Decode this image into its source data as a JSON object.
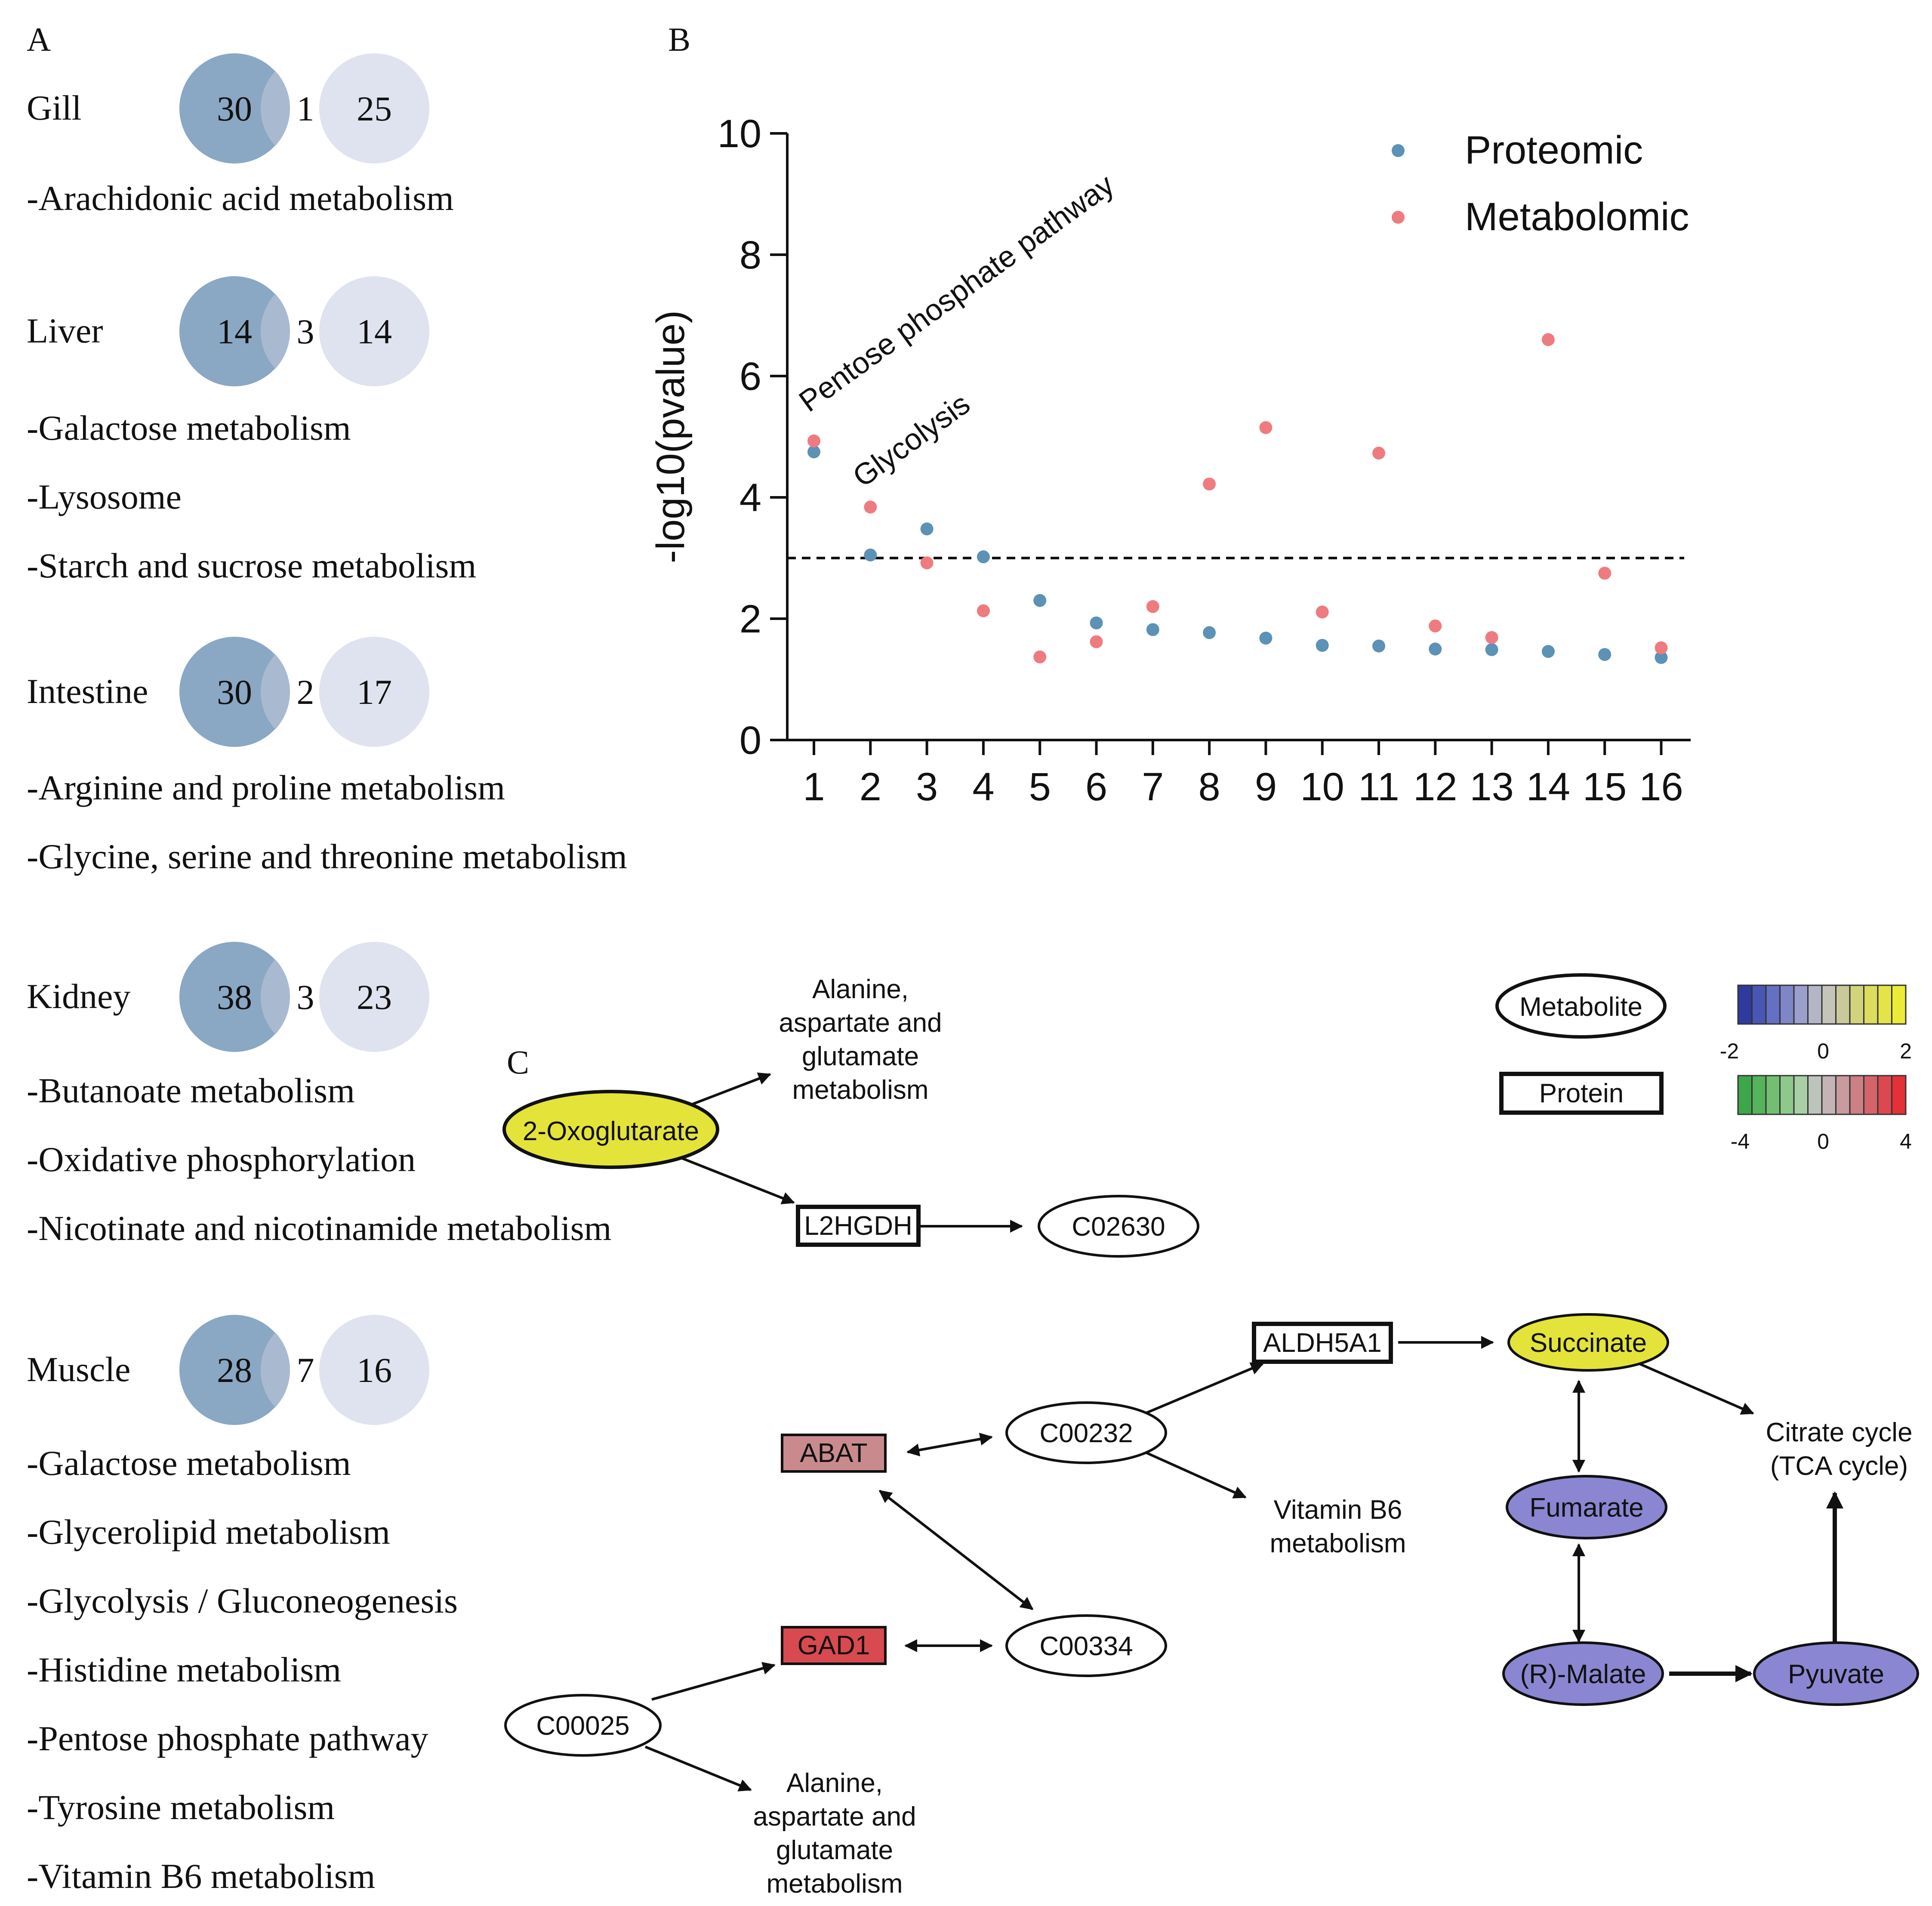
{
  "panels": {
    "a": "A",
    "b": "B",
    "c": "C"
  },
  "panel_a": {
    "tissues": [
      {
        "name": "Gill",
        "left": "30",
        "overlap": "1",
        "right": "25",
        "pathways": [
          "-Arachidonic acid metabolism"
        ]
      },
      {
        "name": "Liver",
        "left": "14",
        "overlap": "3",
        "right": "14",
        "pathways": [
          "-Galactose metabolism",
          "-Lysosome",
          "-Starch and sucrose metabolism"
        ]
      },
      {
        "name": "Intestine",
        "left": "30",
        "overlap": "2",
        "right": "17",
        "pathways": [
          "-Arginine and proline metabolism",
          "-Glycine, serine and threonine metabolism"
        ]
      },
      {
        "name": "Kidney",
        "left": "38",
        "overlap": "3",
        "right": "23",
        "pathways": [
          "-Butanoate metabolism",
          "-Oxidative phosphorylation",
          "-Nicotinate and nicotinamide metabolism"
        ]
      },
      {
        "name": "Muscle",
        "left": "28",
        "overlap": "7",
        "right": "16",
        "pathways": [
          "-Galactose metabolism",
          "-Glycerolipid metabolism",
          "-Glycolysis / Gluconeogenesis",
          "-Histidine metabolism",
          "-Pentose phosphate pathway",
          "-Tyrosine metabolism",
          "-Vitamin B6 metabolism"
        ]
      }
    ]
  },
  "chart_data": {
    "type": "scatter",
    "ylabel": "-log10(pvalue)",
    "xlabel": "",
    "ylim": [
      0,
      10
    ],
    "yticks": [
      "0",
      "2",
      "4",
      "6",
      "8",
      "10"
    ],
    "categories": [
      "1",
      "2",
      "3",
      "4",
      "5",
      "6",
      "7",
      "8",
      "9",
      "10",
      "11",
      "12",
      "13",
      "14",
      "15",
      "16"
    ],
    "threshold": 3,
    "series": [
      {
        "name": "Proteomic",
        "color": "#5b92b5",
        "values": [
          4.75,
          3.05,
          3.48,
          3.02,
          2.3,
          1.93,
          1.82,
          1.77,
          1.68,
          1.56,
          1.55,
          1.5,
          1.49,
          1.46,
          1.41,
          1.36
        ]
      },
      {
        "name": "Metabolomic",
        "color": "#ee7b80",
        "values": [
          4.93,
          3.84,
          2.92,
          2.13,
          1.37,
          1.62,
          2.2,
          4.22,
          5.15,
          2.11,
          4.73,
          1.88,
          1.69,
          6.6,
          2.75,
          1.52
        ]
      }
    ],
    "annotations": [
      "Pentose phosphate pathway",
      "Glycolysis"
    ],
    "legend_position": "top-right"
  },
  "panel_c": {
    "nodes": {
      "oxoglutarate": "2-Oxoglutarate",
      "l2hgdh": "L2HGDH",
      "c02630": "C02630",
      "aldh5a1": "ALDH5A1",
      "succinate": "Succinate",
      "abat": "ABAT",
      "c00232": "C00232",
      "gad1": "GAD1",
      "c00334": "C00334",
      "c00025": "C00025",
      "fumarate": "Fumarate",
      "malate": "(R)-Malate",
      "pyuvate": "Pyuvate"
    },
    "labels": {
      "ala_top": [
        "Alanine,",
        "aspartate and",
        "glutamate",
        "metabolism"
      ],
      "ala_bottom": [
        "Alanine,",
        "aspartate and",
        "glutamate",
        "metabolism"
      ],
      "vitb6": [
        "Vitamin B6",
        "metabolism"
      ],
      "tca": [
        "Citrate cycle",
        "(TCA cycle)"
      ]
    },
    "legend": {
      "metabolite": "Metabolite",
      "protein": "Protein",
      "metabolite_scale": [
        "-2",
        "0",
        "2"
      ],
      "protein_scale": [
        "-4",
        "0",
        "4"
      ]
    },
    "colors": {
      "yellow": "#e3e33a",
      "purple": "#8a86d2",
      "abat": "#c98a8e",
      "gad1": "#d84a4f"
    }
  }
}
